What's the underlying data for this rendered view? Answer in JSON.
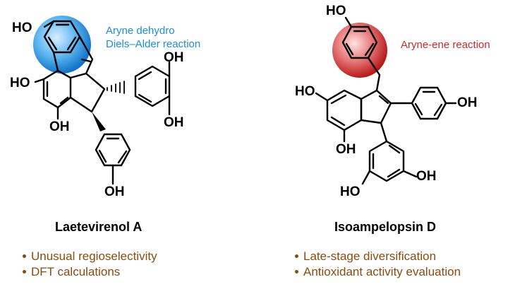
{
  "colors": {
    "blue": "#1a8ee0",
    "red": "#cc2a2a",
    "brown": "#8a4b0f",
    "bond": "#000000"
  },
  "left": {
    "annotation": [
      "Aryne dehydro",
      "Diels–Alder reaction"
    ],
    "groups": [
      "HO",
      "HO",
      "OH",
      "OH",
      "OH",
      "OH"
    ],
    "name": "Laetevirenol A",
    "bullets": [
      "Unusual regioselectivity",
      "DFT calculations"
    ]
  },
  "right": {
    "annotation": "Aryne-ene reaction",
    "groups": [
      "HO",
      "HO",
      "OH",
      "OH",
      "HO",
      "OH"
    ],
    "name": "Isoampelopsin D",
    "bullets": [
      "Late-stage diversification",
      "Antioxidant activity evaluation"
    ]
  }
}
